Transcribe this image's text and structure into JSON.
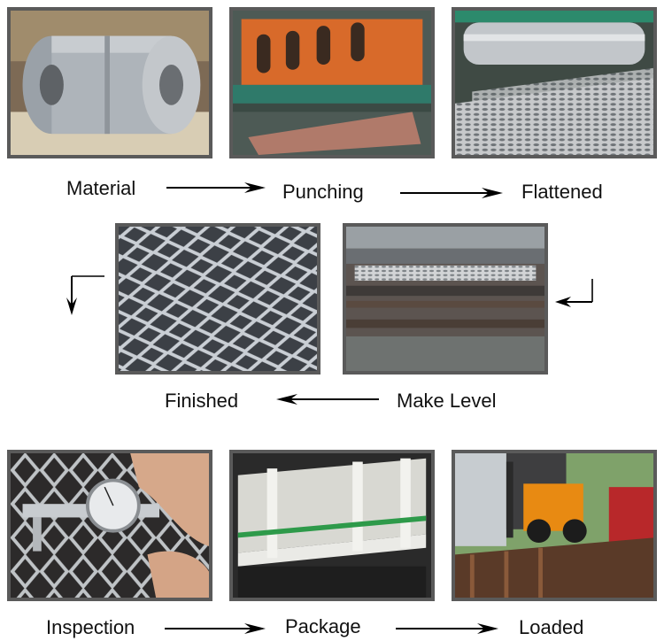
{
  "steps": {
    "material": "Material",
    "punching": "Punching",
    "flattened": "Flattened",
    "make_level": "Make Level",
    "finished": "Finished",
    "inspection": "Inspection",
    "package": "Package",
    "loaded": "Loaded"
  },
  "colors": {
    "frame": "#5a5a5a",
    "arrow": "#000000",
    "machine_orange": "#d86a2a",
    "forklift_orange": "#e88a12",
    "steel": "#b9bec4"
  }
}
